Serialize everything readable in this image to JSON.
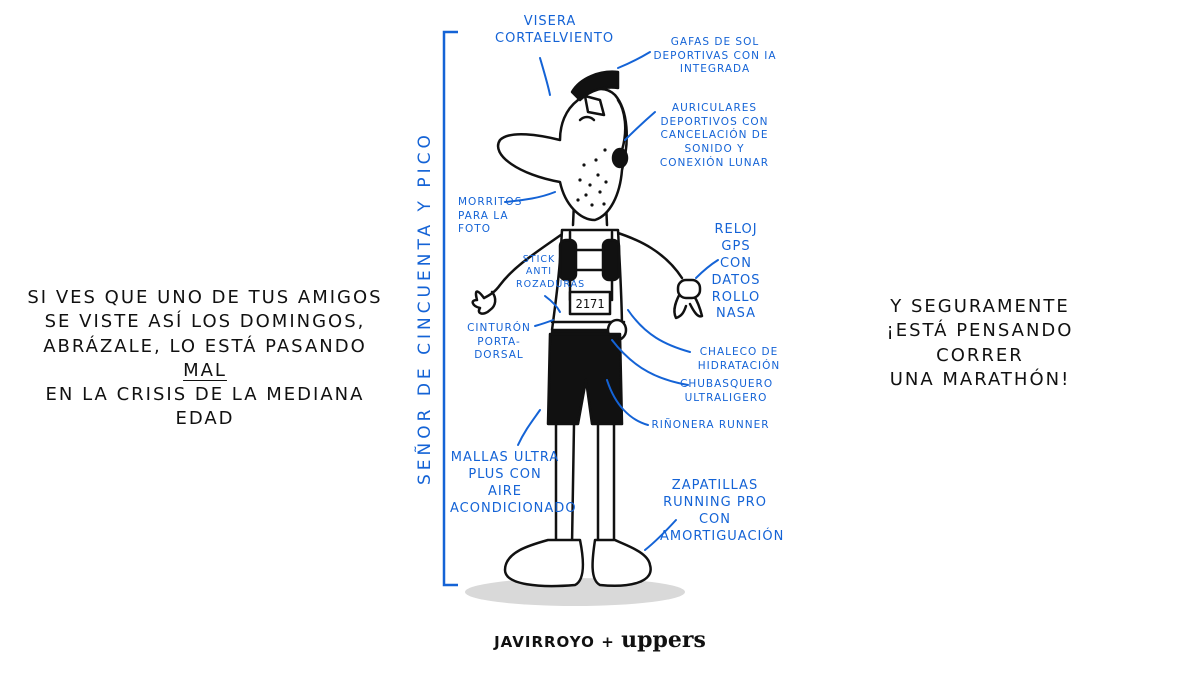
{
  "left_text": {
    "line1": "Si ves que uno de tus amigos",
    "line2": "se viste así los domingos,",
    "line3_before": "abrázale, lo está pasando ",
    "line3_emphasis": "MAL",
    "line4": "en la crisis de la mediana edad"
  },
  "right_text": {
    "line1": "Y seguramente",
    "line2": "¡está pensando correr",
    "line3": "una marathón!"
  },
  "vertical_label": "Señor de cincuenta y pico",
  "bib_number": "2171",
  "annotations": {
    "visera": "Visera cortaelviento",
    "gafas": "Gafas de sol deportivas con IA integrada",
    "auriculares": "Auriculares deportivos con cancelación de sonido y conexión lunar",
    "morritos": "Morritos para la foto",
    "reloj": "Reloj GPS con datos rollo NASA",
    "stick": "Stick anti rozaduras",
    "cinturon": "Cinturón porta-dorsal",
    "chaleco": "Chaleco de hidratación",
    "chubasquero": "Chubasquero ultraligero",
    "rinonera": "Riñonera runner",
    "mallas": "Mallas ultra plus con aire acondicionado",
    "zapatillas": "Zapatillas running pro con amortiguación"
  },
  "footer": {
    "author": "Javirroyo",
    "plus": "+",
    "brand": "uppers"
  },
  "colors": {
    "annotation_blue": "#1463d6",
    "ink": "#111111",
    "ground_shadow": "#d9d9d9"
  }
}
